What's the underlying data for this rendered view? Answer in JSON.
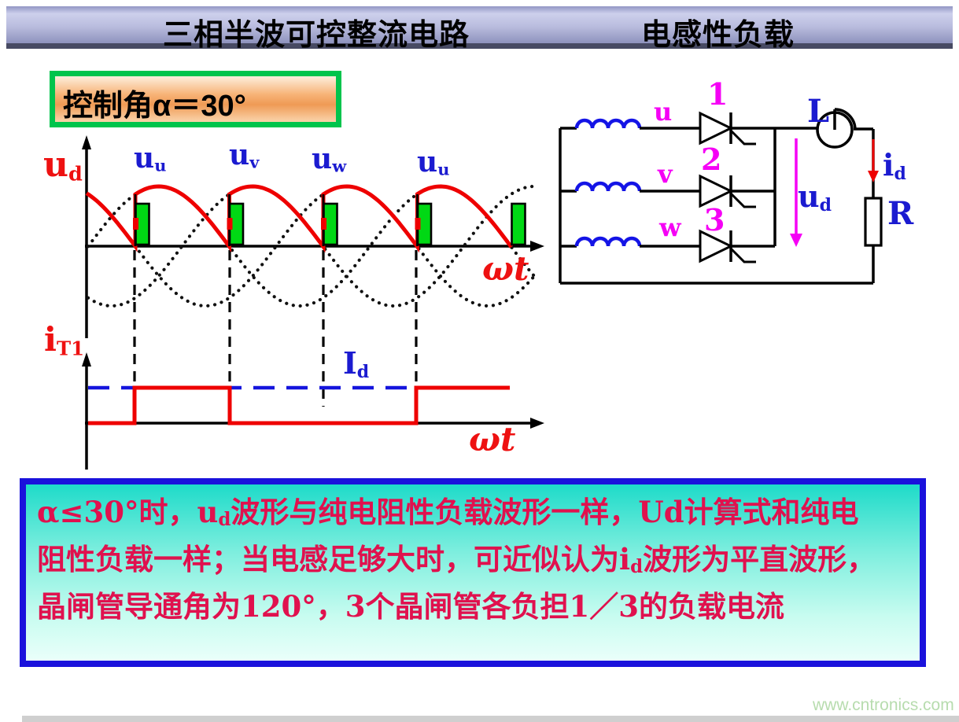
{
  "title_bar": {
    "left": "三相半波可控整流电路",
    "right": "电感性负载"
  },
  "control_box": {
    "text": "控制角α＝30°"
  },
  "chart_data": [
    {
      "type": "line",
      "name": "rectified-output-voltage-waveform",
      "xlabel": "ωt",
      "ylabel": {
        "main": "u",
        "sub": "d"
      },
      "firing_angle_deg": 30,
      "conduction_angle_deg": 120,
      "phase_labels": [
        {
          "main": "u",
          "sub": "u"
        },
        {
          "main": "u",
          "sub": "v"
        },
        {
          "main": "u",
          "sub": "w"
        },
        {
          "main": "u",
          "sub": "u"
        }
      ],
      "series": [
        {
          "name": "ud-output",
          "color": "#ee0000",
          "style": "solid"
        },
        {
          "name": "phase-voltages-u-v-w",
          "color": "#111111",
          "style": "dotted"
        }
      ],
      "geometry": {
        "y0": 313,
        "amp": 76,
        "period": 358,
        "x_plot_start": 110,
        "x_plot_end": 684,
        "firing_x": [
          172,
          291.5,
          411,
          530.5,
          650
        ],
        "phase_zero_x": {
          "u": 112.2,
          "v": 231.5,
          "w": -7
        },
        "red_segments": [
          [
            "w",
            110,
            172
          ],
          [
            "u",
            172,
            291.5
          ],
          [
            "v",
            291.5,
            411
          ],
          [
            "w",
            411,
            530.5
          ],
          [
            "u",
            530.5,
            650
          ]
        ],
        "axis": {
          "hx1": 108,
          "hx2": 676,
          "hy": 313,
          "vx": 110,
          "vy1": 430,
          "vy2": 188
        },
        "pulses": {
          "w": 17,
          "h": 54,
          "jump": 66
        },
        "dashed_drop": [
          [
            171,
            318,
            492
          ],
          [
            292,
            318,
            492
          ],
          [
            411,
            318,
            517
          ],
          [
            529,
            318,
            492
          ]
        ]
      }
    },
    {
      "type": "step",
      "name": "thyristor1-current-waveform",
      "xlabel": "ωt",
      "ylabel": {
        "main": "i",
        "sub": "T1"
      },
      "ref_line": {
        "label": {
          "main": "I",
          "sub": "d"
        },
        "color": "#1515dd",
        "style": "dashed"
      },
      "geometry": {
        "axis": {
          "hx1": 108,
          "hx2": 676,
          "hy": 538,
          "vx": 110,
          "vy1": 597,
          "vy2": 464
        },
        "id_line": {
          "y": 493,
          "x1": 112,
          "x2": 658
        },
        "points": [
          [
            112,
            538
          ],
          [
            171,
            538
          ],
          [
            171,
            493
          ],
          [
            292,
            493
          ],
          [
            292,
            538
          ],
          [
            529,
            538
          ],
          [
            529,
            493
          ],
          [
            648,
            493
          ]
        ],
        "color": "#ee0000"
      }
    }
  ],
  "circuit": {
    "phase_labels": [
      "u",
      "v",
      "w"
    ],
    "thyristor_numbers": [
      "1",
      "2",
      "3"
    ],
    "inductor_label": "L",
    "resistor_label": "R",
    "output_voltage": {
      "main": "u",
      "sub": "d"
    },
    "load_current": {
      "main": "i",
      "sub": "d"
    }
  },
  "note_box": {
    "lines": [
      [
        {
          "t": "α≤30°",
          "serif": true
        },
        {
          "t": "时，"
        },
        {
          "t": "u",
          "serif": true
        },
        {
          "t": "d",
          "sub": true,
          "serif": true
        },
        {
          "t": "波形与纯电阻性负载波形一样，"
        },
        {
          "t": "Ud",
          "serif": true
        },
        {
          "t": "计算式和纯电"
        }
      ],
      [
        {
          "t": "阻性负载一样；当电感足够大时，可近似认为"
        },
        {
          "t": "i",
          "serif": true
        },
        {
          "t": "d",
          "sub": true,
          "serif": true
        },
        {
          "t": "波形为平直波形，"
        }
      ],
      [
        {
          "t": "晶闸管导通角为"
        },
        {
          "t": "120°",
          "serif": true
        },
        {
          "t": "，"
        },
        {
          "t": "3",
          "serif": true
        },
        {
          "t": "个晶闸管各负担"
        },
        {
          "t": "1／3",
          "serif": true
        },
        {
          "t": "的负载电流"
        }
      ]
    ]
  },
  "watermark": "www.cntronics.com",
  "colors": {
    "accent_red": "#ee0000",
    "accent_blue": "#1b1bd0",
    "accent_magenta": "#f500f5",
    "pulse_green": "#00d814",
    "box_border_green": "#00c44c",
    "note_border_blue": "#1a12dc",
    "note_bg_top": "#1edbc9",
    "note_text": "#e0114e"
  }
}
